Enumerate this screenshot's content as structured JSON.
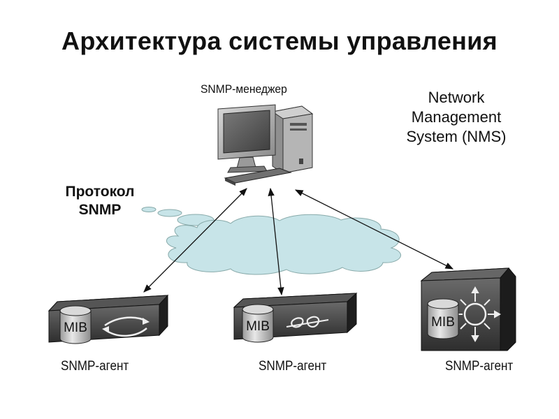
{
  "title": "Архитектура системы управления",
  "manager": {
    "label": "SNMP-менеджер"
  },
  "nms": {
    "lines": [
      "Network",
      "Management",
      "System (NMS)"
    ]
  },
  "protocol": {
    "lines": [
      "Протокол",
      "SNMP"
    ]
  },
  "agents": [
    {
      "label": "SNMP-агент",
      "mib": "MIB"
    },
    {
      "label": "SNMP-агент",
      "mib": "MIB"
    },
    {
      "label": "SNMP-агент",
      "mib": "MIB"
    }
  ],
  "colors": {
    "cloud_fill": "#c7e4e8",
    "device_dark": "#3a3a3a",
    "device_light": "#9a9a9a",
    "mib_cylinder": "#bfbfbf"
  }
}
